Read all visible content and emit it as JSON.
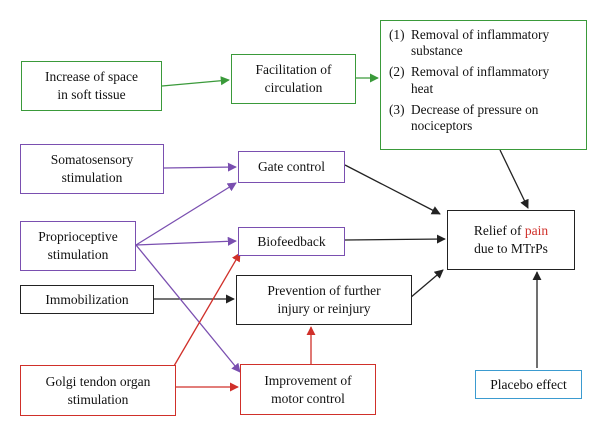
{
  "nodes": {
    "increase_space": {
      "line1": "Increase of space",
      "line2": "in soft tissue"
    },
    "facilitation": {
      "line1": "Facilitation of",
      "line2": "circulation"
    },
    "outcomes": [
      {
        "num": "(1)",
        "line1": "Removal of inflammatory",
        "line2": "substance"
      },
      {
        "num": "(2)",
        "line1": "Removal of inflammatory",
        "line2": "heat"
      },
      {
        "num": "(3)",
        "line1": "Decrease of pressure on",
        "line2": "nociceptors"
      }
    ],
    "somatosensory": {
      "line1": "Somatosensory",
      "line2": "stimulation"
    },
    "gate_control": {
      "label": "Gate control"
    },
    "proprioceptive": {
      "line1": "Proprioceptive",
      "line2": "stimulation"
    },
    "biofeedback": {
      "label": "Biofeedback"
    },
    "immobilization": {
      "label": "Immobilization"
    },
    "prevention": {
      "line1": "Prevention of further",
      "line2": "injury or reinjury"
    },
    "golgi": {
      "line1": "Golgi tendon organ",
      "line2": "stimulation"
    },
    "motor_control": {
      "line1": "Improvement of",
      "line2": "motor control"
    },
    "relief": {
      "prefix": "Relief of ",
      "highlight": "pain",
      "line2": "due to MTrPs"
    },
    "placebo": {
      "label": "Placebo effect"
    }
  },
  "colors": {
    "green": "#3a9a3a",
    "purple": "#7a4fb0",
    "red": "#d0302a",
    "blue": "#3b9bd0",
    "black": "#222222"
  }
}
